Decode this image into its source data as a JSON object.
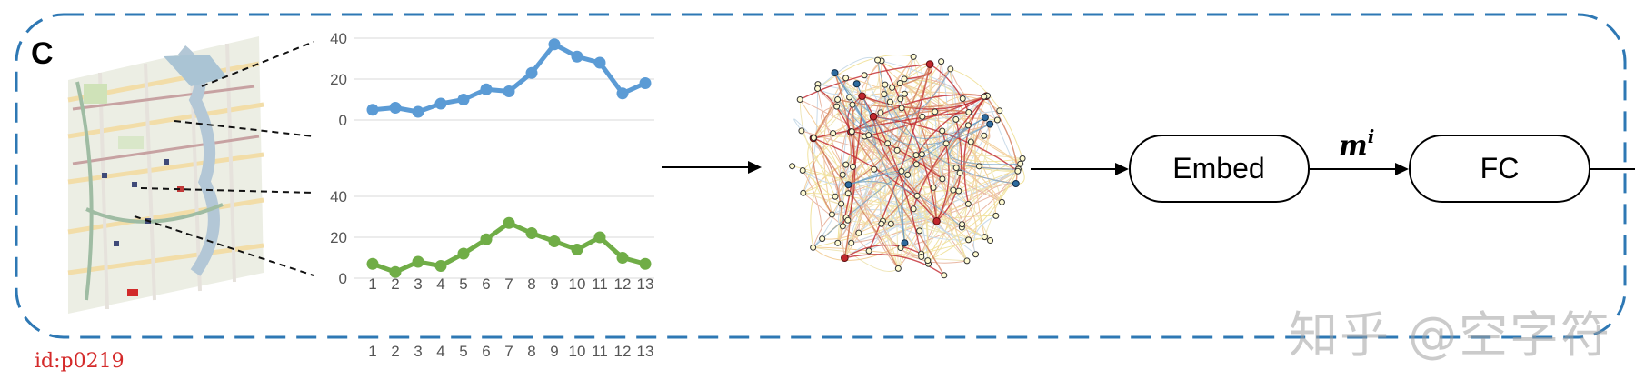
{
  "panel_label": "C",
  "identifier": "id:p0219",
  "watermark": "知乎 @空字符",
  "embed_label": "Embed",
  "fc_label": "FC",
  "edge_symbol": "m",
  "edge_superscript": "i",
  "colors": {
    "frame": "#2e78b4",
    "series_blue": "#5b9bd5",
    "series_green": "#70ad47",
    "node_fill_yellow": "#fffbd2",
    "node_red": "#c0272d",
    "node_blue": "#2e6b9e"
  },
  "chart_data": [
    {
      "type": "line",
      "x": [
        1,
        2,
        3,
        4,
        5,
        6,
        7,
        8,
        9,
        10,
        11,
        12,
        13
      ],
      "ylim": [
        0,
        40
      ],
      "yticks": [
        0,
        20,
        40
      ],
      "series": [
        {
          "values": [
            5,
            6,
            4,
            8,
            10,
            15,
            14,
            23,
            37,
            31,
            28,
            13,
            18
          ]
        }
      ]
    },
    {
      "type": "line",
      "x": [
        1,
        2,
        3,
        4,
        5,
        6,
        7,
        8,
        9,
        10,
        11,
        12,
        13
      ],
      "ylim": [
        0,
        40
      ],
      "yticks": [
        0,
        20,
        40
      ],
      "series": [
        {
          "values": [
            7,
            3,
            8,
            6,
            12,
            19,
            27,
            22,
            18,
            14,
            20,
            10,
            7
          ]
        }
      ]
    }
  ]
}
